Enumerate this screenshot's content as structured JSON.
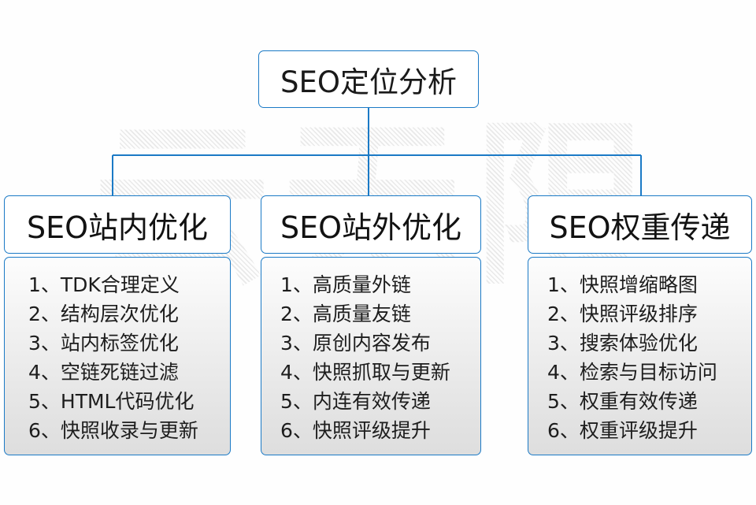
{
  "watermark": {
    "text": "云无限"
  },
  "colors": {
    "border_blue": "#1b7ac6",
    "connector_blue": "#1b7ac6",
    "text_dark": "#1a1a1a",
    "body_gradient_top": "#fdfdfd",
    "body_gradient_bottom": "#dedede",
    "page_background": "#fefefe"
  },
  "diagram": {
    "root": {
      "label": "SEO定位分析"
    },
    "columns": [
      {
        "id": "internal",
        "title": "SEO站内优化",
        "items": [
          "1、TDK合理定义",
          "2、结构层次优化",
          "3、站内标签优化",
          "4、空链死链过滤",
          "5、HTML代码优化",
          "6、快照收录与更新"
        ]
      },
      {
        "id": "external",
        "title": "SEO站外优化",
        "items": [
          "1、高质量外链",
          "2、高质量友链",
          "3、原创内容发布",
          "4、快照抓取与更新",
          "5、内连有效传递",
          "6、快照评级提升"
        ]
      },
      {
        "id": "weight",
        "title": "SEO权重传递",
        "items": [
          "1、快照增缩略图",
          "2、快照评级排序",
          "3、搜索体验优化",
          "4、检索与目标访问",
          "5、权重有效传递",
          "6、权重评级提升"
        ]
      }
    ]
  }
}
